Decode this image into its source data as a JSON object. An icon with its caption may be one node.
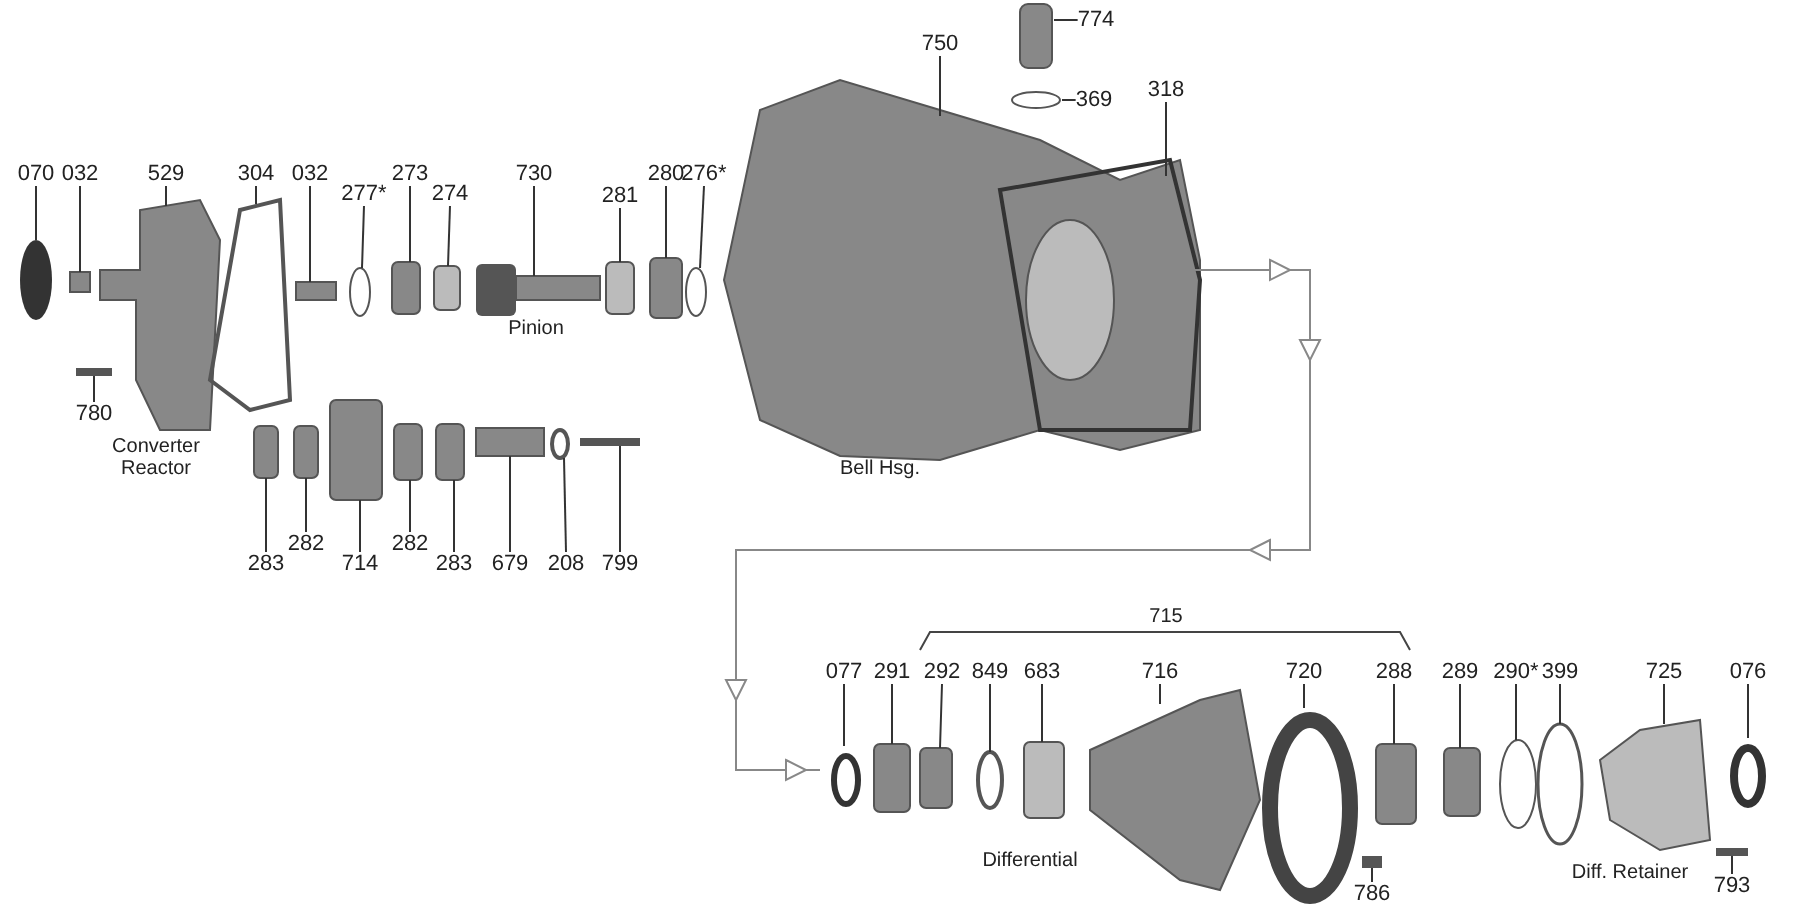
{
  "diagram": {
    "nodes": [
      {
        "text": [
          "774"
        ]
      },
      {
        "text": [
          "750"
        ]
      },
      {
        "text": [
          "318"
        ]
      },
      {
        "text": [
          "369"
        ]
      },
      {
        "text": [
          "070"
        ]
      },
      {
        "text": [
          "032"
        ]
      },
      {
        "text": [
          "529"
        ]
      },
      {
        "text": [
          "304"
        ]
      },
      {
        "text": [
          "032"
        ]
      },
      {
        "text": [
          "277*"
        ]
      },
      {
        "text": [
          "273"
        ]
      },
      {
        "text": [
          "274"
        ]
      },
      {
        "text": [
          "730"
        ]
      },
      {
        "text": [
          "281"
        ]
      },
      {
        "text": [
          "280"
        ]
      },
      {
        "text": [
          "276*"
        ]
      },
      {
        "text": [
          "780"
        ]
      },
      {
        "text": [
          "283"
        ]
      },
      {
        "text": [
          "282"
        ]
      },
      {
        "text": [
          "714"
        ]
      },
      {
        "text": [
          "282"
        ]
      },
      {
        "text": [
          "283"
        ]
      },
      {
        "text": [
          "679"
        ]
      },
      {
        "text": [
          "208"
        ]
      },
      {
        "text": [
          "799"
        ]
      },
      {
        "text": [
          "077"
        ]
      },
      {
        "text": [
          "291"
        ]
      },
      {
        "text": [
          "292"
        ]
      },
      {
        "text": [
          "849"
        ]
      },
      {
        "text": [
          "683"
        ]
      },
      {
        "text": [
          "716"
        ]
      },
      {
        "text": [
          "720"
        ]
      },
      {
        "text": [
          "288"
        ]
      },
      {
        "text": [
          "289"
        ]
      },
      {
        "text": [
          "290*"
        ]
      },
      {
        "text": [
          "399"
        ]
      },
      {
        "text": [
          "725"
        ]
      },
      {
        "text": [
          "076"
        ]
      },
      {
        "text": [
          "786"
        ]
      },
      {
        "text": [
          "793"
        ]
      }
    ],
    "edges": [
      {
        "from": 0,
        "to": null,
        "arrow": "none"
      },
      {
        "from": 1,
        "to": null,
        "arrow": "none"
      },
      {
        "from": 2,
        "to": null,
        "arrow": "none"
      },
      {
        "from": 3,
        "to": null,
        "arrow": "none"
      },
      {
        "from": 4,
        "to": null,
        "arrow": "none"
      },
      {
        "from": 5,
        "to": null,
        "arrow": "none"
      },
      {
        "from": 6,
        "to": null,
        "arrow": "none"
      },
      {
        "from": 7,
        "to": null,
        "arrow": "none"
      },
      {
        "from": 8,
        "to": null,
        "arrow": "none"
      },
      {
        "from": 9,
        "to": null,
        "arrow": "none"
      },
      {
        "from": 10,
        "to": null,
        "arrow": "none"
      },
      {
        "from": 11,
        "to": null,
        "arrow": "none"
      },
      {
        "from": 12,
        "to": null,
        "arrow": "none"
      },
      {
        "from": 13,
        "to": null,
        "arrow": "none"
      },
      {
        "from": 14,
        "to": null,
        "arrow": "none"
      },
      {
        "from": 15,
        "to": null,
        "arrow": "none"
      },
      {
        "from": 16,
        "to": null,
        "arrow": "none"
      },
      {
        "from": 17,
        "to": null,
        "arrow": "none"
      },
      {
        "from": 18,
        "to": null,
        "arrow": "none"
      },
      {
        "from": 19,
        "to": null,
        "arrow": "none"
      },
      {
        "from": 20,
        "to": null,
        "arrow": "none"
      },
      {
        "from": 21,
        "to": null,
        "arrow": "none"
      },
      {
        "from": 22,
        "to": null,
        "arrow": "none"
      },
      {
        "from": 23,
        "to": null,
        "arrow": "none"
      },
      {
        "from": 24,
        "to": null,
        "arrow": "none"
      },
      {
        "from": 25,
        "to": null,
        "arrow": "none"
      },
      {
        "from": 26,
        "to": null,
        "arrow": "none"
      },
      {
        "from": 27,
        "to": null,
        "arrow": "none"
      },
      {
        "from": 28,
        "to": null,
        "arrow": "none"
      },
      {
        "from": 29,
        "to": null,
        "arrow": "none"
      },
      {
        "from": 30,
        "to": null,
        "arrow": "none"
      },
      {
        "from": 31,
        "to": null,
        "arrow": "none"
      },
      {
        "from": 32,
        "to": null,
        "arrow": "none"
      },
      {
        "from": 33,
        "to": null,
        "arrow": "none"
      },
      {
        "from": 34,
        "to": null,
        "arrow": "none"
      },
      {
        "from": 35,
        "to": null,
        "arrow": "none"
      },
      {
        "from": 36,
        "to": null,
        "arrow": "none"
      },
      {
        "from": 37,
        "to": null,
        "arrow": "none"
      },
      {
        "from": 38,
        "to": null,
        "arrow": "none"
      },
      {
        "from": 39,
        "to": null,
        "arrow": "none"
      }
    ],
    "labels": [
      "Pinion",
      "Converter Reactor",
      "Bell Hsg.",
      "715",
      "Differential",
      "Diff. Retainer"
    ]
  }
}
